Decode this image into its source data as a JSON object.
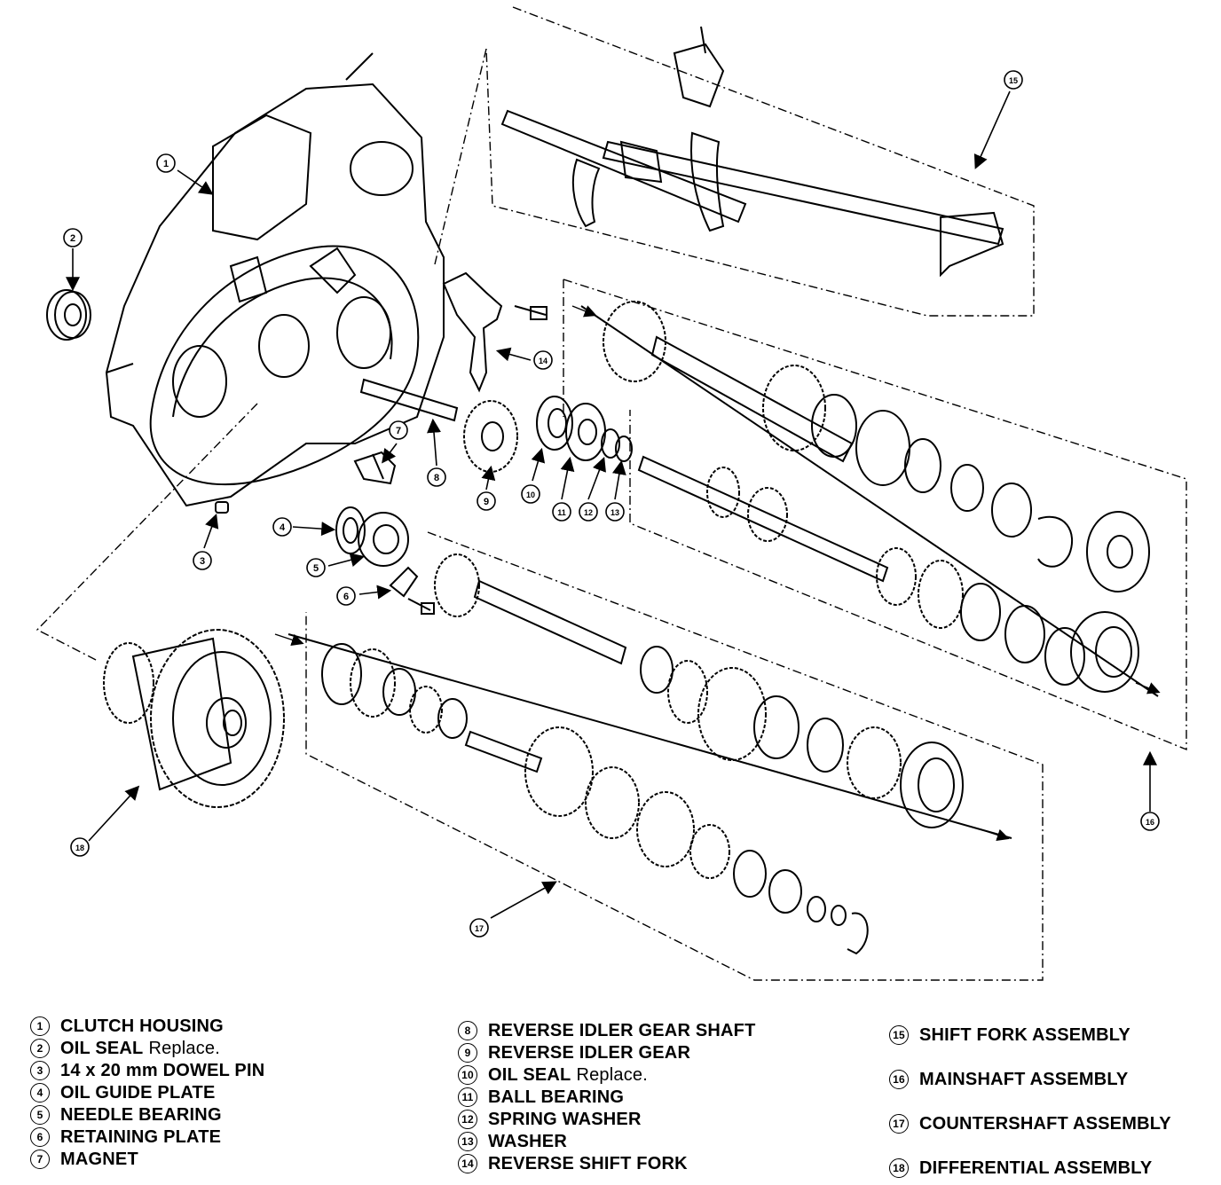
{
  "callouts": [
    {
      "num": "1"
    },
    {
      "num": "2"
    },
    {
      "num": "3"
    },
    {
      "num": "4"
    },
    {
      "num": "5"
    },
    {
      "num": "6"
    },
    {
      "num": "7"
    },
    {
      "num": "8"
    },
    {
      "num": "9"
    },
    {
      "num": "10"
    },
    {
      "num": "11"
    },
    {
      "num": "12"
    },
    {
      "num": "13"
    },
    {
      "num": "14"
    },
    {
      "num": "15"
    },
    {
      "num": "16"
    },
    {
      "num": "17"
    },
    {
      "num": "18"
    }
  ],
  "legend": {
    "col1": [
      {
        "num": "1",
        "label": "CLUTCH HOUSING",
        "note": ""
      },
      {
        "num": "2",
        "label": "OIL SEAL",
        "note": "Replace."
      },
      {
        "num": "3",
        "label": "14 x 20 mm DOWEL PIN",
        "note": ""
      },
      {
        "num": "4",
        "label": "OIL GUIDE PLATE",
        "note": ""
      },
      {
        "num": "5",
        "label": "NEEDLE BEARING",
        "note": ""
      },
      {
        "num": "6",
        "label": "RETAINING PLATE",
        "note": ""
      },
      {
        "num": "7",
        "label": "MAGNET",
        "note": ""
      }
    ],
    "col2": [
      {
        "num": "8",
        "label": "REVERSE IDLER GEAR SHAFT",
        "note": ""
      },
      {
        "num": "9",
        "label": "REVERSE IDLER GEAR",
        "note": ""
      },
      {
        "num": "10",
        "label": "OIL SEAL",
        "note": "Replace."
      },
      {
        "num": "11",
        "label": "BALL BEARING",
        "note": ""
      },
      {
        "num": "12",
        "label": "SPRING WASHER",
        "note": ""
      },
      {
        "num": "13",
        "label": "WASHER",
        "note": ""
      },
      {
        "num": "14",
        "label": "REVERSE SHIFT FORK",
        "note": ""
      }
    ],
    "col3": [
      {
        "num": "15",
        "label": "SHIFT FORK ASSEMBLY",
        "note": ""
      },
      {
        "num": "16",
        "label": "MAINSHAFT ASSEMBLY",
        "note": ""
      },
      {
        "num": "17",
        "label": "COUNTERSHAFT ASSEMBLY",
        "note": ""
      },
      {
        "num": "18",
        "label": "DIFFERENTIAL ASSEMBLY",
        "note": ""
      }
    ]
  }
}
